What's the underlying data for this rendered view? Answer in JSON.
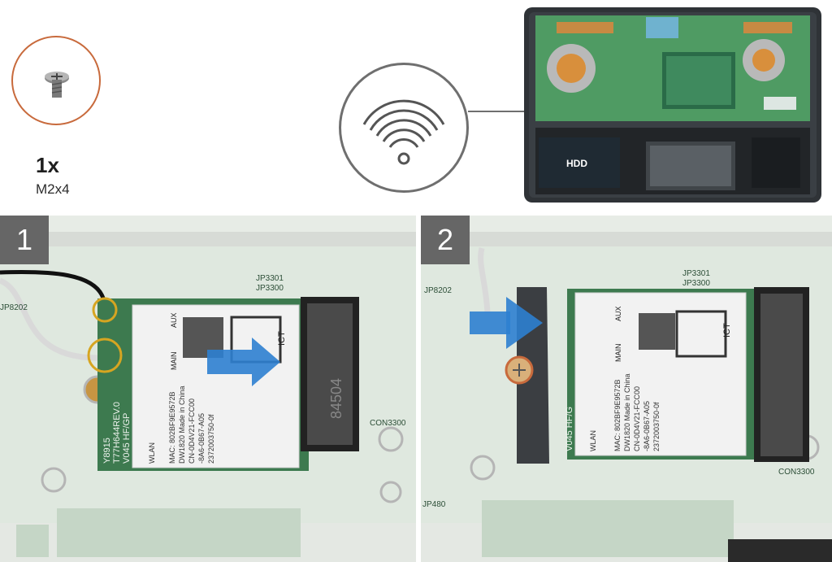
{
  "screw": {
    "quantity": "1x",
    "size": "M2x4"
  },
  "laptop": {
    "hdd_label": "HDD"
  },
  "steps": [
    {
      "number": "1",
      "card": {
        "brand_line": "WLAN",
        "mac": "MAC: 802BF9E9572B",
        "model_line": "DW1820  Made in China",
        "cn_line": "CN-0D4V21-FCC00",
        "rev_line": "-8A6-0B67-A05",
        "serial_line": "2372003750-0f",
        "side_code": "Y8915",
        "side_rev": "T77H644REV.0",
        "side_fcc": "V045 HF/GP",
        "aux": "AUX",
        "main": "MAIN",
        "ict": "ICT",
        "connector_code": "84504",
        "pcb_labels": [
          "JP3301",
          "JP3300",
          "CON3300",
          "JP8202"
        ]
      }
    },
    {
      "number": "2",
      "card": {
        "brand_line": "WLAN",
        "mac": "MAC: 802BF9E9572B",
        "model_line": "DW1820  Made in China",
        "cn_line": "CN-0D4V21-FCC00",
        "rev_line": "-8A6-0B67-A05",
        "serial_line": "2372003750-0f",
        "side_fcc": "V045 HF/G",
        "aux": "AUX",
        "main": "MAIN",
        "ict": "ICT",
        "pcb_labels": [
          "JP3301",
          "JP3300",
          "JP8202",
          "CON3300",
          "JP480"
        ]
      }
    }
  ]
}
